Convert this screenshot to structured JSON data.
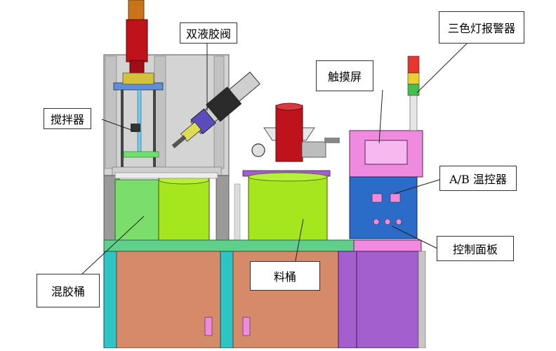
{
  "callouts": {
    "double_liquid_valve": "双液胶阀",
    "three_color_alarm_light": "三色灯报警器",
    "touch_screen": "触摸屏",
    "stirrer": "搅拌器",
    "ab_temperature_controller": "A/B 温控器",
    "control_panel": "控制面板",
    "mixing_barrel": "混胶桶",
    "material_barrel": "料桶"
  },
  "colors": {
    "cabinet": "#d58a6a",
    "cabinet_top": "#5fd08b",
    "cyan_frame": "#2ec4c4",
    "barrel_green": "#a6e61e",
    "mixing_barrel_light": "#7bdd6a",
    "motor_red": "#c0121b",
    "control_box": "#2a6cc8",
    "touch_box": "#f08adf",
    "purple": "#a45fcf",
    "stirrer_plate": "#d2d2d2"
  }
}
